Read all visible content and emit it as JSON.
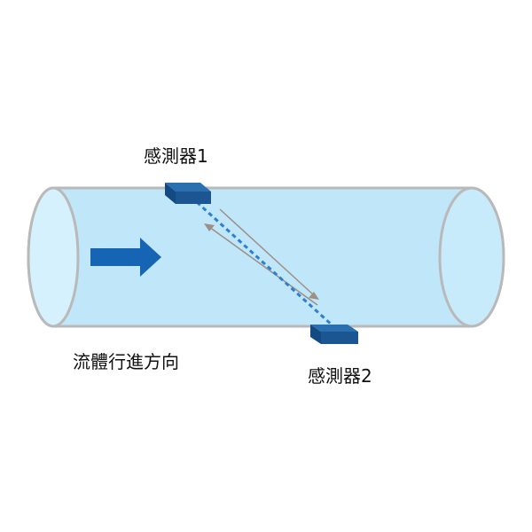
{
  "labels": {
    "sensor1": "感測器1",
    "sensor2": "感測器2",
    "flow_direction": "流體行進方向"
  },
  "colors": {
    "pipe_fill": "#bfe6f9",
    "pipe_outline": "#b9b9b9",
    "arrow": "#1565b4",
    "sensor_top": "#2a6fb0",
    "sensor_body": "#1b5592",
    "signal_path": "#2f7fcf",
    "signal_arrows": "#9e8f86"
  },
  "icons": {
    "flow": "right-arrow-icon"
  }
}
